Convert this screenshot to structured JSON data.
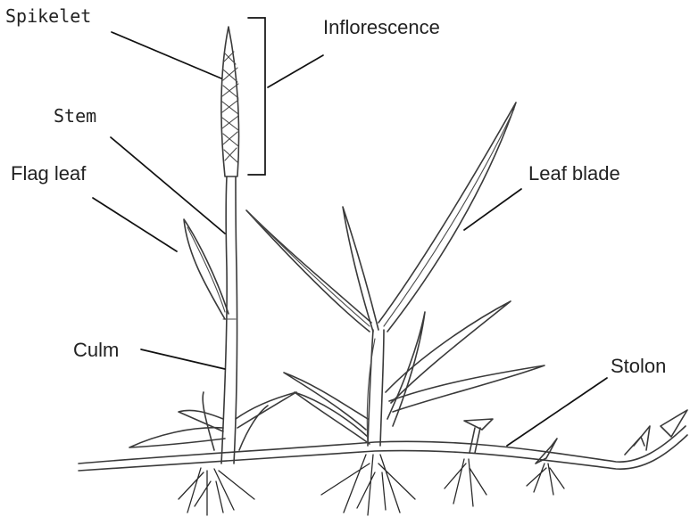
{
  "labels": {
    "spikelet": "Spikelet",
    "inflorescence": "Inflorescence",
    "stem": "Stem",
    "flag_leaf": "Flag leaf",
    "leaf_blade": "Leaf blade",
    "culm": "Culm",
    "stolon": "Stolon"
  },
  "colors": {
    "ink": "#3a3a3a",
    "leader": "#111111",
    "text": "#222222",
    "background": "#ffffff"
  }
}
